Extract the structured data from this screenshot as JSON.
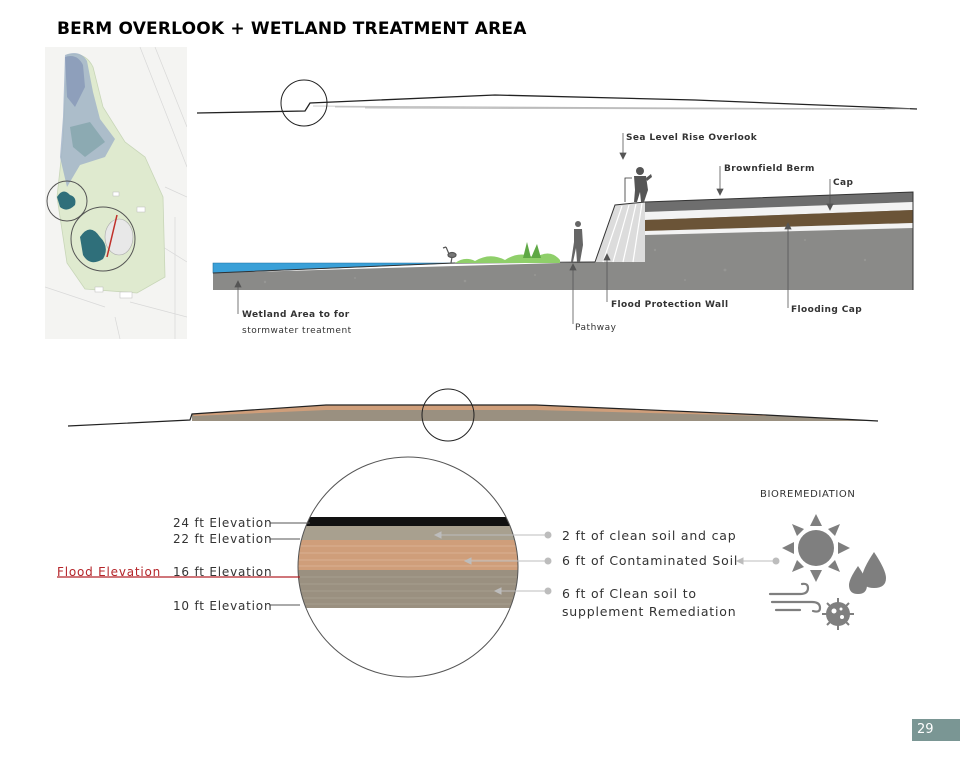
{
  "title": "BERM OVERLOOK + WETLAND TREATMENT AREA",
  "section": {
    "sea_level_rise_overlook": "Sea Level Rise Overlook",
    "brownfield_berm": "Brownfield Berm",
    "cap": "Cap",
    "wetland_line1": "Wetland Area to for",
    "wetland_line2": "stormwater treatment",
    "pathway": "Pathway",
    "flood_protection_wall": "Flood Protection Wall",
    "flooding_cap": "Flooding Cap"
  },
  "detail": {
    "elevations": [
      "24 ft Elevation",
      "22 ft Elevation",
      "16 ft Elevation",
      "10 ft Elevation"
    ],
    "flood_elevation": "Flood Elevation",
    "layer_clean_cap": "2 ft of clean soil and cap",
    "layer_contaminated": "6 ft of Contaminated Soil",
    "layer_clean_line1": "6 ft of Clean soil to",
    "layer_clean_line2": "supplement Remediation"
  },
  "bioremediation": {
    "title": "BIOREMEDIATION",
    "icons": [
      "sun-icon",
      "water-drops-icon",
      "wind-icon",
      "microbe-icon"
    ]
  },
  "page_number": "29",
  "colors": {
    "flood_red": "#b5252a",
    "water_blue": "#3aa0d8",
    "contaminated_soil": "#cf9e7a",
    "clean_soil": "#9a9080",
    "cap_dark": "#111111",
    "page_badge": "#7a9694"
  }
}
